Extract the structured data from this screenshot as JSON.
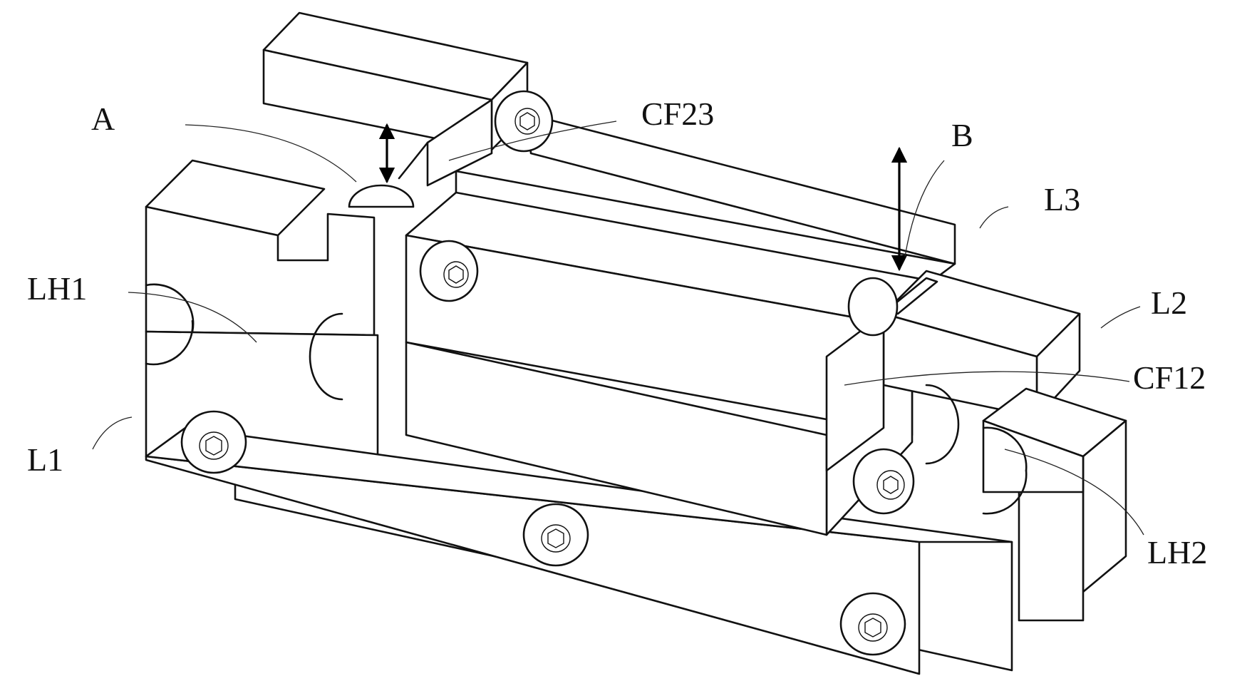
{
  "labels": {
    "a": "A",
    "b": "B",
    "cf23": "CF23",
    "cf12": "CF12",
    "l1": "L1",
    "l2": "L2",
    "l3": "L3",
    "lh1": "LH1",
    "lh2": "LH2"
  }
}
